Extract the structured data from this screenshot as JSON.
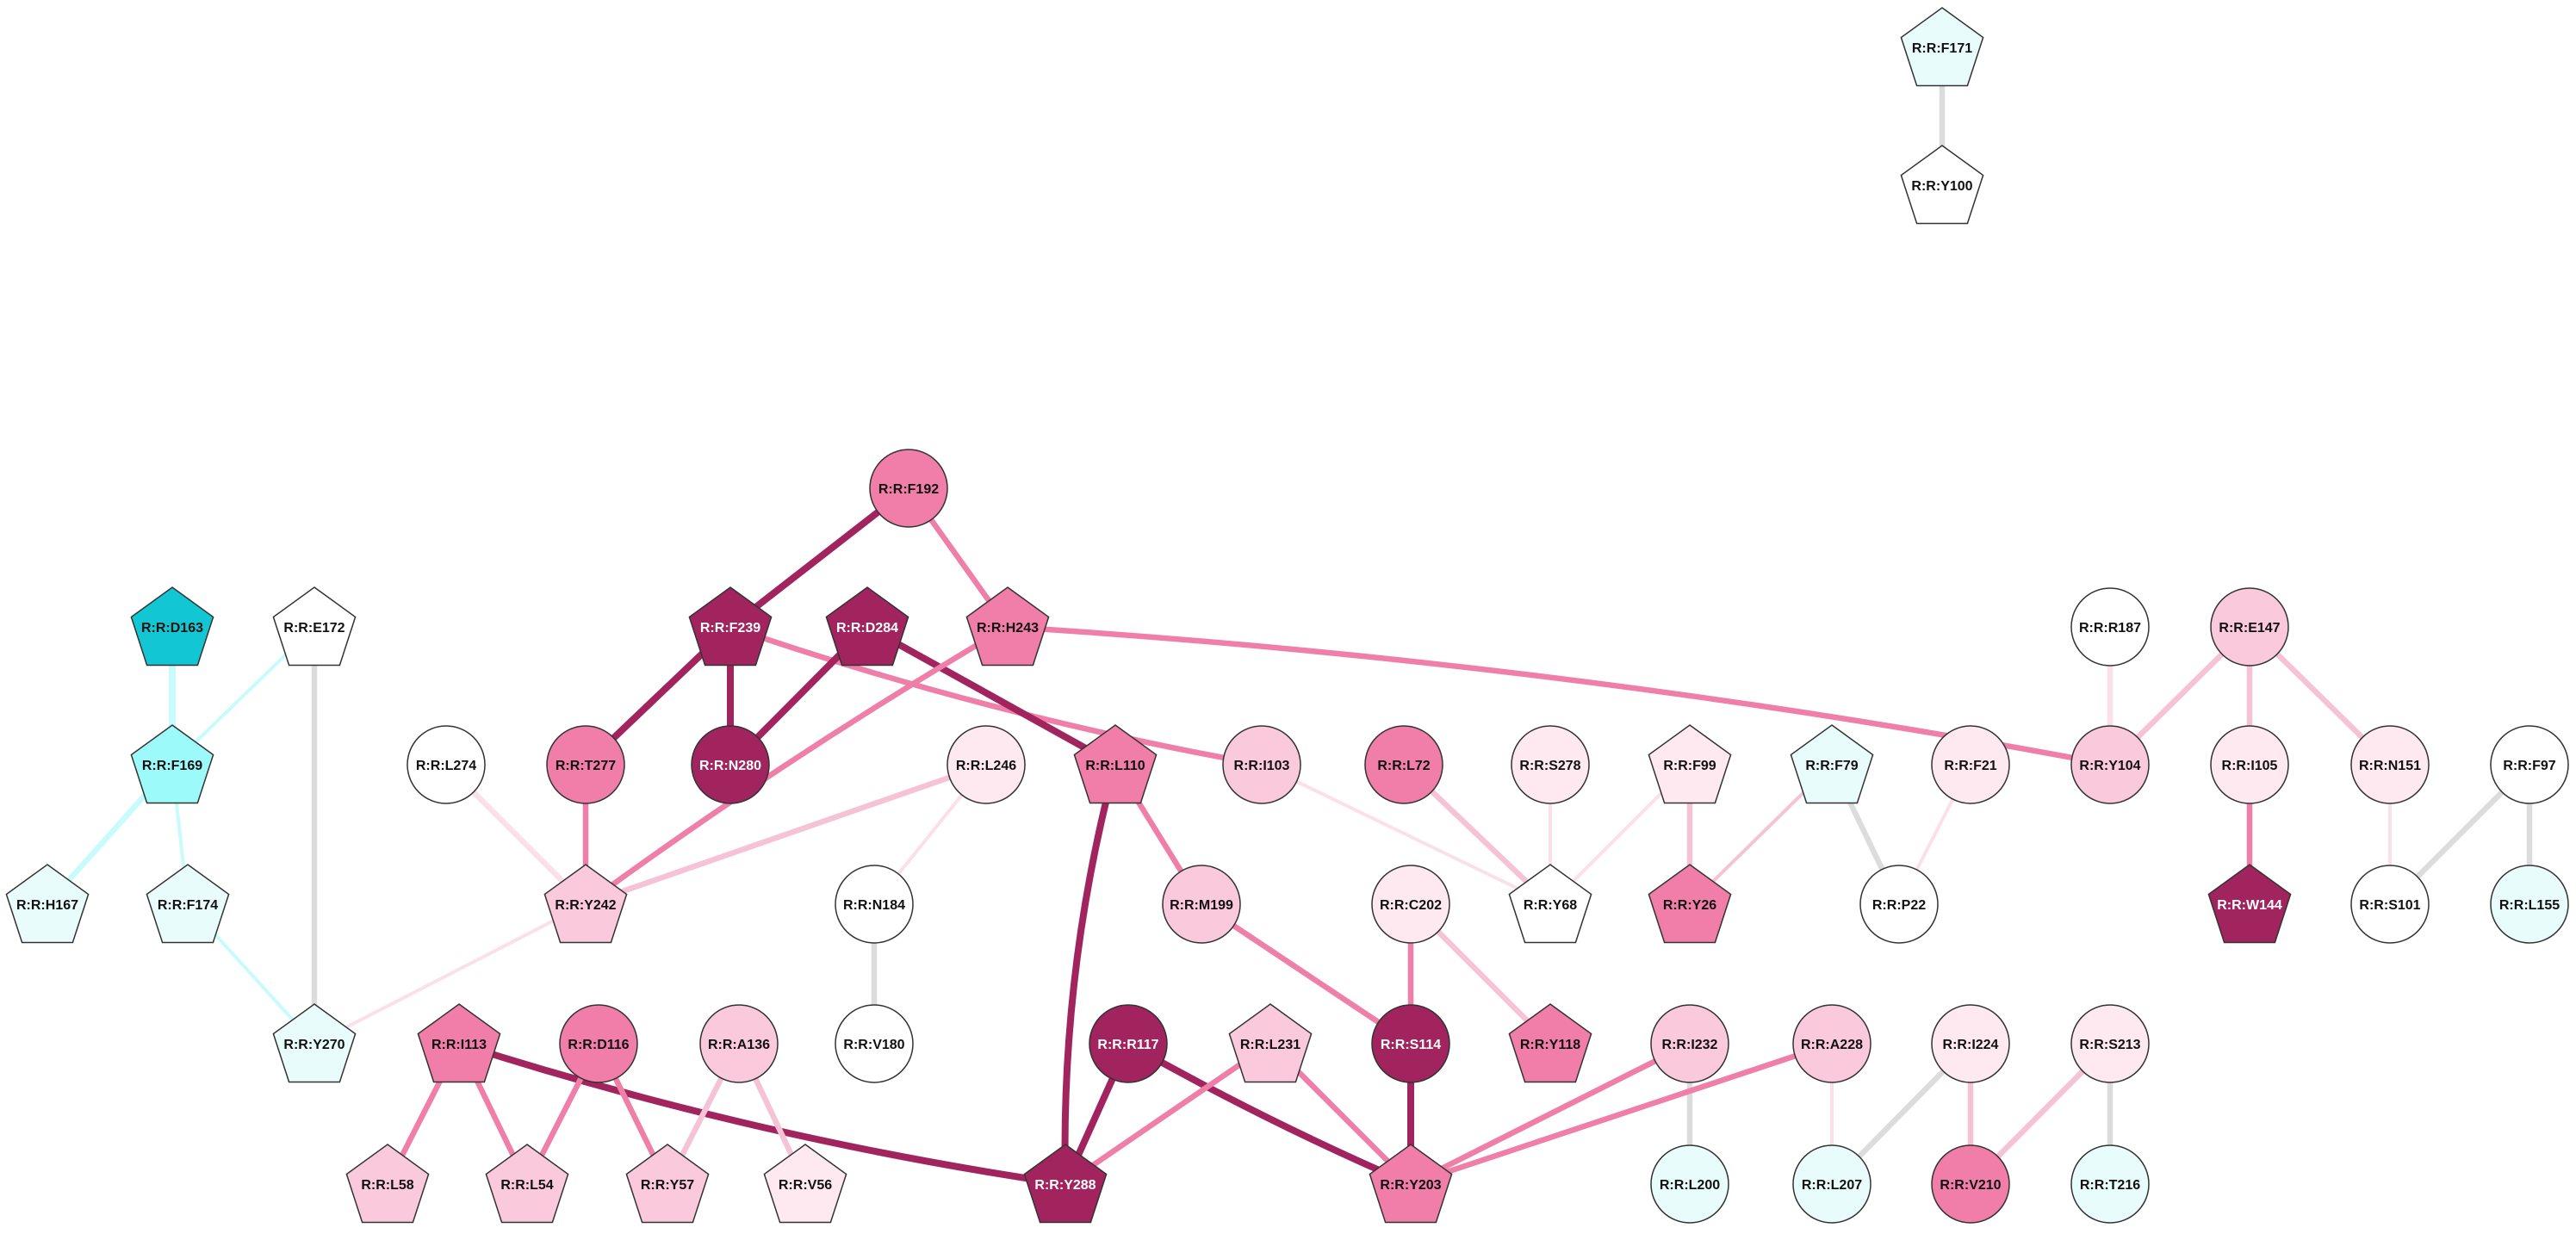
{
  "colors": {
    "white": "#ffffff",
    "light_cyan": "#e9fcfc",
    "cyan": "#9cfafa",
    "teal": "#12c7d3",
    "faint_pink": "#fde9ef",
    "light_pink": "#fac9dc",
    "pink": "#f07ea8",
    "dark_magenta": "#a1245e",
    "edge_gray": "#dcdcdc",
    "edge_cyan": "#c8fbfb",
    "edge_faint_pink": "#fbe0ea",
    "edge_light_pink": "#f6c2d6",
    "edge_pink": "#ef7fa9",
    "edge_dark": "#a1245e"
  },
  "nodes": [
    {
      "id": "F171",
      "label": "R:R:F171",
      "shape": "pentagon",
      "fill": "light_cyan",
      "text": "dark"
    },
    {
      "id": "Y100",
      "label": "R:R:Y100",
      "shape": "pentagon",
      "fill": "white",
      "text": "dark"
    },
    {
      "id": "F192",
      "label": "R:R:F192",
      "shape": "circle",
      "fill": "pink",
      "text": "dark"
    },
    {
      "id": "F239",
      "label": "R:R:F239",
      "shape": "pentagon",
      "fill": "dark_magenta",
      "text": "light"
    },
    {
      "id": "D284",
      "label": "R:R:D284",
      "shape": "pentagon",
      "fill": "dark_magenta",
      "text": "light"
    },
    {
      "id": "H243",
      "label": "R:R:H243",
      "shape": "pentagon",
      "fill": "pink",
      "text": "dark"
    },
    {
      "id": "D163",
      "label": "R:R:D163",
      "shape": "pentagon",
      "fill": "teal",
      "text": "dark"
    },
    {
      "id": "E172",
      "label": "R:R:E172",
      "shape": "pentagon",
      "fill": "white",
      "text": "dark"
    },
    {
      "id": "R187",
      "label": "R:R:R187",
      "shape": "circle",
      "fill": "white",
      "text": "dark"
    },
    {
      "id": "E147",
      "label": "R:R:E147",
      "shape": "circle",
      "fill": "light_pink",
      "text": "dark"
    },
    {
      "id": "F169",
      "label": "R:R:F169",
      "shape": "pentagon",
      "fill": "cyan",
      "text": "dark"
    },
    {
      "id": "L274",
      "label": "R:R:L274",
      "shape": "circle",
      "fill": "white",
      "text": "dark"
    },
    {
      "id": "T277",
      "label": "R:R:T277",
      "shape": "circle",
      "fill": "pink",
      "text": "dark"
    },
    {
      "id": "N280",
      "label": "R:R:N280",
      "shape": "circle",
      "fill": "dark_magenta",
      "text": "light"
    },
    {
      "id": "L246",
      "label": "R:R:L246",
      "shape": "circle",
      "fill": "faint_pink",
      "text": "dark"
    },
    {
      "id": "L110",
      "label": "R:R:L110",
      "shape": "pentagon",
      "fill": "pink",
      "text": "dark"
    },
    {
      "id": "I103",
      "label": "R:R:I103",
      "shape": "circle",
      "fill": "light_pink",
      "text": "dark"
    },
    {
      "id": "L72",
      "label": "R:R:L72",
      "shape": "circle",
      "fill": "pink",
      "text": "dark"
    },
    {
      "id": "S278",
      "label": "R:R:S278",
      "shape": "circle",
      "fill": "faint_pink",
      "text": "dark"
    },
    {
      "id": "F99",
      "label": "R:R:F99",
      "shape": "pentagon",
      "fill": "faint_pink",
      "text": "dark"
    },
    {
      "id": "F79",
      "label": "R:R:F79",
      "shape": "pentagon",
      "fill": "light_cyan",
      "text": "dark"
    },
    {
      "id": "F21",
      "label": "R:R:F21",
      "shape": "circle",
      "fill": "faint_pink",
      "text": "dark"
    },
    {
      "id": "Y104",
      "label": "R:R:Y104",
      "shape": "circle",
      "fill": "light_pink",
      "text": "dark"
    },
    {
      "id": "I105",
      "label": "R:R:I105",
      "shape": "circle",
      "fill": "faint_pink",
      "text": "dark"
    },
    {
      "id": "N151",
      "label": "R:R:N151",
      "shape": "circle",
      "fill": "faint_pink",
      "text": "dark"
    },
    {
      "id": "F97",
      "label": "R:R:F97",
      "shape": "circle",
      "fill": "white",
      "text": "dark"
    },
    {
      "id": "H167",
      "label": "R:R:H167",
      "shape": "pentagon",
      "fill": "light_cyan",
      "text": "dark"
    },
    {
      "id": "F174",
      "label": "R:R:F174",
      "shape": "pentagon",
      "fill": "light_cyan",
      "text": "dark"
    },
    {
      "id": "Y242",
      "label": "R:R:Y242",
      "shape": "pentagon",
      "fill": "light_pink",
      "text": "dark"
    },
    {
      "id": "N184",
      "label": "R:R:N184",
      "shape": "circle",
      "fill": "white",
      "text": "dark"
    },
    {
      "id": "M199",
      "label": "R:R:M199",
      "shape": "circle",
      "fill": "light_pink",
      "text": "dark"
    },
    {
      "id": "C202",
      "label": "R:R:C202",
      "shape": "circle",
      "fill": "faint_pink",
      "text": "dark"
    },
    {
      "id": "Y68",
      "label": "R:R:Y68",
      "shape": "pentagon",
      "fill": "white",
      "text": "dark"
    },
    {
      "id": "Y26",
      "label": "R:R:Y26",
      "shape": "pentagon",
      "fill": "pink",
      "text": "dark"
    },
    {
      "id": "P22",
      "label": "R:R:P22",
      "shape": "circle",
      "fill": "white",
      "text": "dark"
    },
    {
      "id": "W144",
      "label": "R:R:W144",
      "shape": "pentagon",
      "fill": "dark_magenta",
      "text": "light"
    },
    {
      "id": "S101",
      "label": "R:R:S101",
      "shape": "circle",
      "fill": "white",
      "text": "dark"
    },
    {
      "id": "L155",
      "label": "R:R:L155",
      "shape": "circle",
      "fill": "light_cyan",
      "text": "dark"
    },
    {
      "id": "Y270",
      "label": "R:R:Y270",
      "shape": "pentagon",
      "fill": "light_cyan",
      "text": "dark"
    },
    {
      "id": "I113",
      "label": "R:R:I113",
      "shape": "pentagon",
      "fill": "pink",
      "text": "dark"
    },
    {
      "id": "D116",
      "label": "R:R:D116",
      "shape": "circle",
      "fill": "pink",
      "text": "dark"
    },
    {
      "id": "A136",
      "label": "R:R:A136",
      "shape": "circle",
      "fill": "light_pink",
      "text": "dark"
    },
    {
      "id": "V180",
      "label": "R:R:V180",
      "shape": "circle",
      "fill": "white",
      "text": "dark"
    },
    {
      "id": "R117",
      "label": "R:R:R117",
      "shape": "circle",
      "fill": "dark_magenta",
      "text": "light"
    },
    {
      "id": "L231",
      "label": "R:R:L231",
      "shape": "pentagon",
      "fill": "light_pink",
      "text": "dark"
    },
    {
      "id": "S114",
      "label": "R:R:S114",
      "shape": "circle",
      "fill": "dark_magenta",
      "text": "light"
    },
    {
      "id": "Y118",
      "label": "R:R:Y118",
      "shape": "pentagon",
      "fill": "pink",
      "text": "dark"
    },
    {
      "id": "I232",
      "label": "R:R:I232",
      "shape": "circle",
      "fill": "light_pink",
      "text": "dark"
    },
    {
      "id": "A228",
      "label": "R:R:A228",
      "shape": "circle",
      "fill": "light_pink",
      "text": "dark"
    },
    {
      "id": "I224",
      "label": "R:R:I224",
      "shape": "circle",
      "fill": "faint_pink",
      "text": "dark"
    },
    {
      "id": "S213",
      "label": "R:R:S213",
      "shape": "circle",
      "fill": "faint_pink",
      "text": "dark"
    },
    {
      "id": "L58",
      "label": "R:R:L58",
      "shape": "pentagon",
      "fill": "light_pink",
      "text": "dark"
    },
    {
      "id": "L54",
      "label": "R:R:L54",
      "shape": "pentagon",
      "fill": "light_pink",
      "text": "dark"
    },
    {
      "id": "Y57",
      "label": "R:R:Y57",
      "shape": "pentagon",
      "fill": "light_pink",
      "text": "dark"
    },
    {
      "id": "V56",
      "label": "R:R:V56",
      "shape": "pentagon",
      "fill": "faint_pink",
      "text": "dark"
    },
    {
      "id": "Y288",
      "label": "R:R:Y288",
      "shape": "pentagon",
      "fill": "dark_magenta",
      "text": "light"
    },
    {
      "id": "Y203",
      "label": "R:R:Y203",
      "shape": "pentagon",
      "fill": "pink",
      "text": "dark"
    },
    {
      "id": "L200",
      "label": "R:R:L200",
      "shape": "circle",
      "fill": "light_cyan",
      "text": "dark"
    },
    {
      "id": "L207",
      "label": "R:R:L207",
      "shape": "circle",
      "fill": "light_cyan",
      "text": "dark"
    },
    {
      "id": "V210",
      "label": "R:R:V210",
      "shape": "circle",
      "fill": "pink",
      "text": "dark"
    },
    {
      "id": "T216",
      "label": "R:R:T216",
      "shape": "circle",
      "fill": "light_cyan",
      "text": "dark"
    }
  ],
  "edges": [
    {
      "source": "F171",
      "target": "Y100",
      "color": "edge_gray",
      "weight": "medium"
    },
    {
      "source": "F192",
      "target": "F239",
      "color": "edge_dark",
      "weight": "heavy"
    },
    {
      "source": "F192",
      "target": "H243",
      "color": "edge_pink",
      "weight": "medium"
    },
    {
      "source": "F239",
      "target": "T277",
      "color": "edge_dark",
      "weight": "heavy"
    },
    {
      "source": "F239",
      "target": "N280",
      "color": "edge_dark",
      "weight": "heavy"
    },
    {
      "source": "F239",
      "target": "I103",
      "color": "edge_pink",
      "weight": "medium"
    },
    {
      "source": "D284",
      "target": "N280",
      "color": "edge_dark",
      "weight": "heavy"
    },
    {
      "source": "D284",
      "target": "L110",
      "color": "edge_dark",
      "weight": "heavy"
    },
    {
      "source": "H243",
      "target": "Y242",
      "color": "edge_pink",
      "weight": "medium"
    },
    {
      "source": "H243",
      "target": "Y104",
      "color": "edge_pink",
      "weight": "medium"
    },
    {
      "source": "D163",
      "target": "F169",
      "color": "edge_cyan",
      "weight": "heavy"
    },
    {
      "source": "E172",
      "target": "F169",
      "color": "edge_cyan",
      "weight": "light"
    },
    {
      "source": "E172",
      "target": "Y270",
      "color": "edge_gray",
      "weight": "medium"
    },
    {
      "source": "F169",
      "target": "H167",
      "color": "edge_cyan",
      "weight": "medium"
    },
    {
      "source": "F169",
      "target": "F174",
      "color": "edge_cyan",
      "weight": "light"
    },
    {
      "source": "F174",
      "target": "Y270",
      "color": "edge_cyan",
      "weight": "light"
    },
    {
      "source": "R187",
      "target": "Y104",
      "color": "edge_faint_pink",
      "weight": "medium"
    },
    {
      "source": "E147",
      "target": "Y104",
      "color": "edge_light_pink",
      "weight": "medium"
    },
    {
      "source": "E147",
      "target": "I105",
      "color": "edge_light_pink",
      "weight": "medium"
    },
    {
      "source": "E147",
      "target": "N151",
      "color": "edge_light_pink",
      "weight": "medium"
    },
    {
      "source": "I105",
      "target": "W144",
      "color": "edge_pink",
      "weight": "medium"
    },
    {
      "source": "N151",
      "target": "S101",
      "color": "edge_faint_pink",
      "weight": "light"
    },
    {
      "source": "F97",
      "target": "S101",
      "color": "edge_gray",
      "weight": "medium"
    },
    {
      "source": "F97",
      "target": "L155",
      "color": "edge_gray",
      "weight": "medium"
    },
    {
      "source": "L274",
      "target": "Y242",
      "color": "edge_faint_pink",
      "weight": "medium"
    },
    {
      "source": "T277",
      "target": "Y242",
      "color": "edge_pink",
      "weight": "medium"
    },
    {
      "source": "L246",
      "target": "Y242",
      "color": "edge_light_pink",
      "weight": "medium"
    },
    {
      "source": "L246",
      "target": "N184",
      "color": "edge_faint_pink",
      "weight": "light"
    },
    {
      "source": "Y242",
      "target": "Y270",
      "color": "edge_faint_pink",
      "weight": "light"
    },
    {
      "source": "N184",
      "target": "V180",
      "color": "edge_gray",
      "weight": "medium"
    },
    {
      "source": "L110",
      "target": "M199",
      "color": "edge_pink",
      "weight": "medium"
    },
    {
      "source": "L110",
      "target": "Y288",
      "color": "edge_dark",
      "weight": "heavy"
    },
    {
      "source": "I103",
      "target": "Y68",
      "color": "edge_faint_pink",
      "weight": "light"
    },
    {
      "source": "L72",
      "target": "Y68",
      "color": "edge_light_pink",
      "weight": "medium"
    },
    {
      "source": "S278",
      "target": "Y68",
      "color": "edge_faint_pink",
      "weight": "light"
    },
    {
      "source": "F99",
      "target": "Y68",
      "color": "edge_faint_pink",
      "weight": "light"
    },
    {
      "source": "F99",
      "target": "Y26",
      "color": "edge_light_pink",
      "weight": "medium"
    },
    {
      "source": "F79",
      "target": "Y26",
      "color": "edge_light_pink",
      "weight": "light"
    },
    {
      "source": "F79",
      "target": "P22",
      "color": "edge_gray",
      "weight": "medium"
    },
    {
      "source": "F21",
      "target": "P22",
      "color": "edge_faint_pink",
      "weight": "light"
    },
    {
      "source": "M199",
      "target": "S114",
      "color": "edge_pink",
      "weight": "medium"
    },
    {
      "source": "C202",
      "target": "S114",
      "color": "edge_pink",
      "weight": "medium"
    },
    {
      "source": "C202",
      "target": "Y118",
      "color": "edge_light_pink",
      "weight": "medium"
    },
    {
      "source": "S114",
      "target": "Y203",
      "color": "edge_dark",
      "weight": "heavy"
    },
    {
      "source": "R117",
      "target": "Y288",
      "color": "edge_dark",
      "weight": "heavy"
    },
    {
      "source": "R117",
      "target": "Y203",
      "color": "edge_dark",
      "weight": "heavy"
    },
    {
      "source": "L231",
      "target": "Y288",
      "color": "edge_pink",
      "weight": "medium"
    },
    {
      "source": "L231",
      "target": "Y203",
      "color": "edge_pink",
      "weight": "medium"
    },
    {
      "source": "I113",
      "target": "L58",
      "color": "edge_pink",
      "weight": "medium"
    },
    {
      "source": "I113",
      "target": "L54",
      "color": "edge_pink",
      "weight": "medium"
    },
    {
      "source": "I113",
      "target": "Y288",
      "color": "edge_dark",
      "weight": "heavy"
    },
    {
      "source": "D116",
      "target": "L54",
      "color": "edge_pink",
      "weight": "medium"
    },
    {
      "source": "D116",
      "target": "Y57",
      "color": "edge_pink",
      "weight": "medium"
    },
    {
      "source": "A136",
      "target": "Y57",
      "color": "edge_light_pink",
      "weight": "medium"
    },
    {
      "source": "A136",
      "target": "V56",
      "color": "edge_light_pink",
      "weight": "medium"
    },
    {
      "source": "I232",
      "target": "Y203",
      "color": "edge_pink",
      "weight": "medium"
    },
    {
      "source": "I232",
      "target": "L200",
      "color": "edge_gray",
      "weight": "medium"
    },
    {
      "source": "A228",
      "target": "Y203",
      "color": "edge_pink",
      "weight": "medium"
    },
    {
      "source": "A228",
      "target": "L207",
      "color": "edge_faint_pink",
      "weight": "light"
    },
    {
      "source": "I224",
      "target": "L207",
      "color": "edge_gray",
      "weight": "medium"
    },
    {
      "source": "I224",
      "target": "V210",
      "color": "edge_light_pink",
      "weight": "medium"
    },
    {
      "source": "S213",
      "target": "V210",
      "color": "edge_light_pink",
      "weight": "medium"
    },
    {
      "source": "S213",
      "target": "T216",
      "color": "edge_gray",
      "weight": "medium"
    }
  ]
}
